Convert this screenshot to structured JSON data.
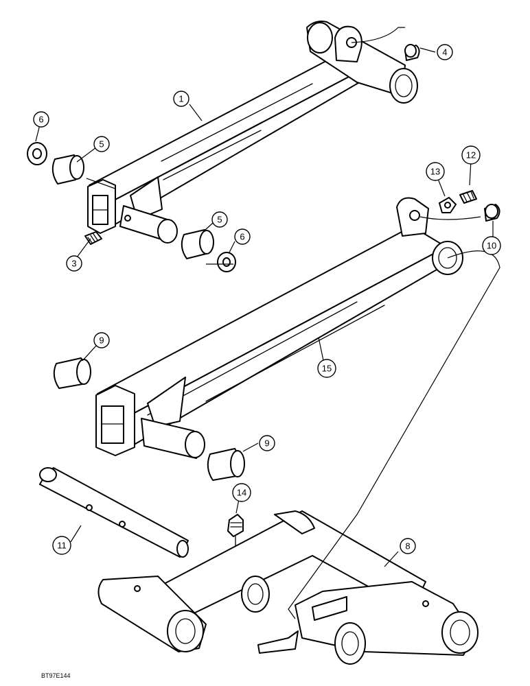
{
  "figure_id": "BT97E144",
  "callouts": [
    {
      "id": "c1",
      "label": "1"
    },
    {
      "id": "c3",
      "label": "3"
    },
    {
      "id": "c4",
      "label": "4"
    },
    {
      "id": "c5a",
      "label": "5"
    },
    {
      "id": "c5b",
      "label": "5"
    },
    {
      "id": "c6a",
      "label": "6"
    },
    {
      "id": "c6b",
      "label": "6"
    },
    {
      "id": "c8",
      "label": "8"
    },
    {
      "id": "c9a",
      "label": "9"
    },
    {
      "id": "c9b",
      "label": "9"
    },
    {
      "id": "c10",
      "label": "10"
    },
    {
      "id": "c11",
      "label": "11"
    },
    {
      "id": "c12",
      "label": "12"
    },
    {
      "id": "c13",
      "label": "13"
    },
    {
      "id": "c14",
      "label": "14"
    },
    {
      "id": "c15",
      "label": "15"
    }
  ]
}
